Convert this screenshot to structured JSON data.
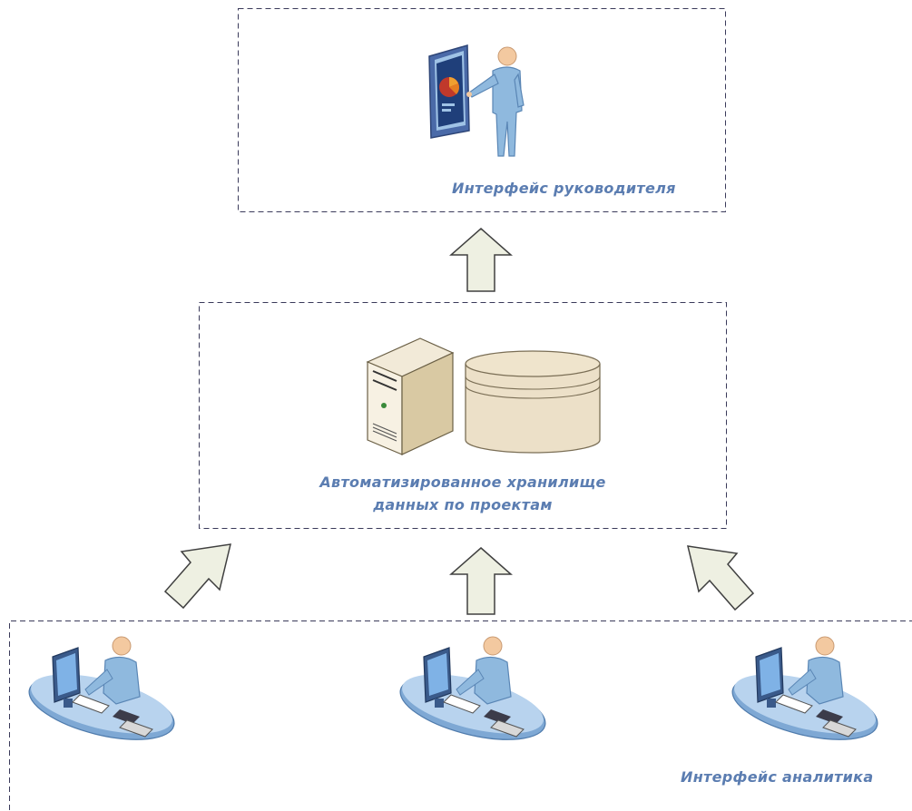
{
  "diagram": {
    "manager_tier": {
      "label": "Интерфейс руководителя"
    },
    "storage_tier": {
      "label_line1": "Автоматизированное хранилище",
      "label_line2": "данных по проектам"
    },
    "analyst_tier": {
      "label": "Интерфейс аналитика"
    },
    "icons": {
      "manager": "presenter-icon",
      "server": "server-icon",
      "database": "database-icon",
      "analyst": "analyst-workstation-icon"
    },
    "colors": {
      "caption": "#5b7db1",
      "arrow_fill": "#eef0e2",
      "arrow_stroke": "#404040",
      "frame_dash": "#3a3a5a"
    }
  }
}
